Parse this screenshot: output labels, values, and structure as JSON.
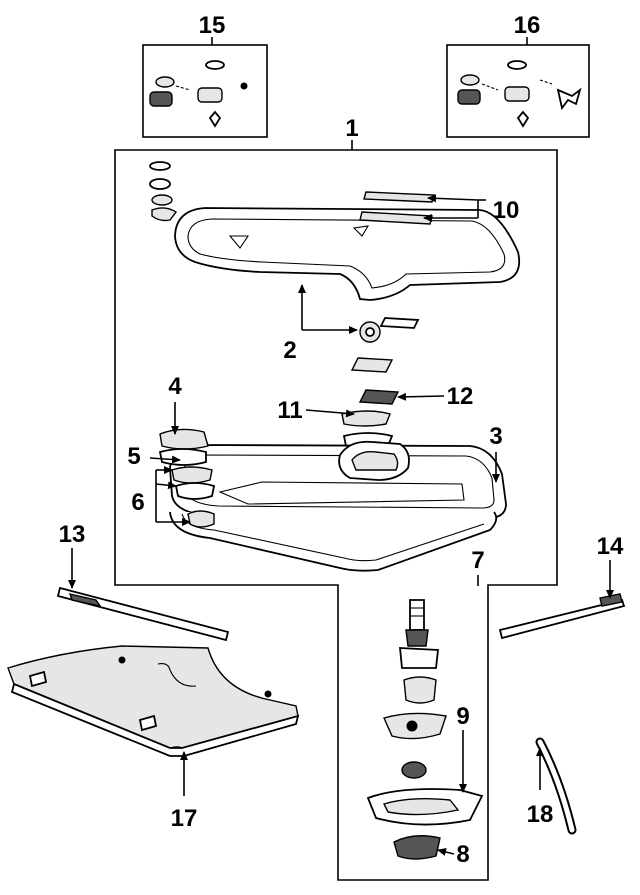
{
  "callouts": {
    "c1": "1",
    "c2": "2",
    "c3": "3",
    "c4": "4",
    "c5": "5",
    "c6": "6",
    "c7": "7",
    "c8": "8",
    "c9": "9",
    "c10": "10",
    "c11": "11",
    "c12": "12",
    "c13": "13",
    "c14": "14",
    "c15": "15",
    "c16": "16",
    "c17": "17",
    "c18": "18"
  },
  "icons": {
    "arrowhead": "triangle-arrowhead"
  },
  "colors": {
    "line": "#000000",
    "background": "#ffffff",
    "shade": "#e6e6e6"
  }
}
